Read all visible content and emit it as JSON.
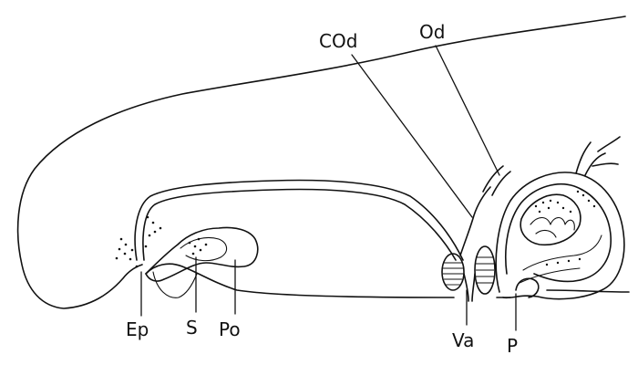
{
  "labels": {
    "cod": "COd",
    "od": "Od",
    "ep": "Ep",
    "s": "S",
    "po": "Po",
    "va": "Va",
    "p": "P"
  },
  "colors": {
    "ink": "#111111",
    "background": "#ffffff"
  }
}
